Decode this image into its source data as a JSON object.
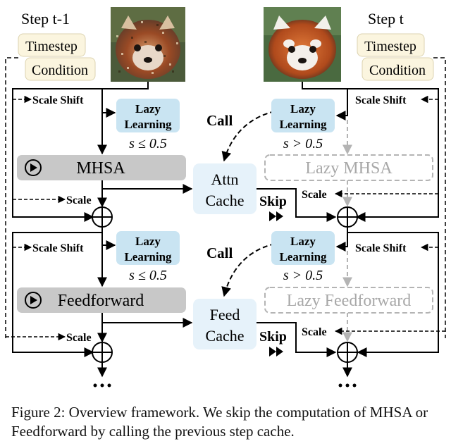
{
  "left": {
    "step_label": "Step t-1",
    "timestep": "Timestep",
    "condition": "Condition",
    "scale_shift_1": "Scale Shift",
    "lazy_1": [
      "Lazy",
      "Learning"
    ],
    "cond_1": "s ≤ 0.5",
    "mhsa": "MHSA",
    "scale_1": "Scale",
    "scale_shift_2": "Scale Shift",
    "lazy_2": [
      "Lazy",
      "Learning"
    ],
    "cond_2": "s ≤ 0.5",
    "feedforward": "Feedforward",
    "scale_2": "Scale"
  },
  "right": {
    "step_label": "Step t",
    "timestep": "Timestep",
    "condition": "Condition",
    "scale_shift_1": "Scale Shift",
    "lazy_1": [
      "Lazy",
      "Learning"
    ],
    "cond_1": "s > 0.5",
    "lazy_mhsa": "Lazy MHSA",
    "scale_1": "Scale",
    "scale_shift_2": "Scale Shift",
    "lazy_2": [
      "Lazy",
      "Learning"
    ],
    "cond_2": "s > 0.5",
    "lazy_feedforward": "Lazy Feedforward",
    "scale_2": "Scale"
  },
  "middle": {
    "attn_cache": [
      "Attn",
      "Cache"
    ],
    "feed_cache": [
      "Feed",
      "Cache"
    ],
    "call_1": "Call",
    "call_2": "Call",
    "skip_1": "Skip",
    "skip_2": "Skip"
  },
  "caption": "Figure 2: Overview framework. We skip the computation of MHSA or Feedforward by calling the previous step cache.",
  "colors": {
    "lazy_box": "#c9e4f2",
    "cache_box": "#e6f2fa",
    "module_box": "#c8c8c8",
    "tag_box": "#fbf5df",
    "dashed_gray": "#b4b4b4",
    "ink": "#000000"
  },
  "icons": [
    "red-panda-noisy-image",
    "red-panda-clean-image",
    "play-icon",
    "sum-icon",
    "fast-forward-icon",
    "ellipsis-icon"
  ]
}
